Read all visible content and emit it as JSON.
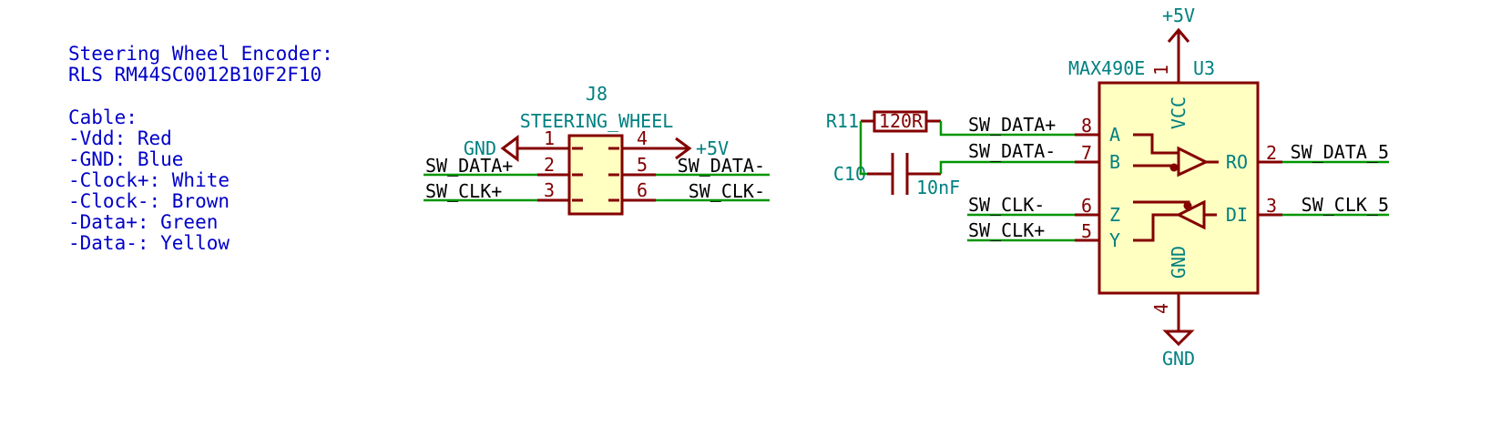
{
  "notes": {
    "encoder_title": "Steering Wheel Encoder:",
    "encoder_part": "RLS RM44SC0012B10F2F10",
    "cable_header": "Cable:",
    "cable_lines": [
      "-Vdd: Red",
      "-GND: Blue",
      "-Clock+: White",
      "-Clock-: Brown",
      "-Data+: Green",
      "-Data-: Yellow"
    ]
  },
  "connector": {
    "ref": "J8",
    "value": "STEERING_WHEEL",
    "pins": [
      "1",
      "2",
      "3",
      "4",
      "5",
      "6"
    ],
    "pin1_power": "GND",
    "pin4_power": "+5V",
    "left_nets": [
      "SW_DATA+",
      "SW_CLK+"
    ],
    "right_nets": [
      "SW_DATA-",
      "SW_CLK-"
    ]
  },
  "resistor": {
    "ref": "R11",
    "value": "120R"
  },
  "capacitor": {
    "ref": "C10",
    "value": "10nF"
  },
  "transceiver": {
    "ref": "U3",
    "value": "MAX490E",
    "power_top": "+5V",
    "power_bottom": "GND",
    "pin_vcc_num": "1",
    "pin_gnd_num": "4",
    "pin_vcc_label": "VCC",
    "pin_gnd_label": "GND",
    "left_pins": [
      {
        "num": "8",
        "name": "A",
        "net": "SW_DATA+"
      },
      {
        "num": "7",
        "name": "B",
        "net": "SW_DATA-"
      },
      {
        "num": "6",
        "name": "Z",
        "net": "SW_CLK-"
      },
      {
        "num": "5",
        "name": "Y",
        "net": "SW_CLK+"
      }
    ],
    "right_pins": [
      {
        "num": "2",
        "name": "RO",
        "net": "SW_DATA_5"
      },
      {
        "num": "3",
        "name": "DI",
        "net": "SW_CLK_5"
      }
    ]
  }
}
